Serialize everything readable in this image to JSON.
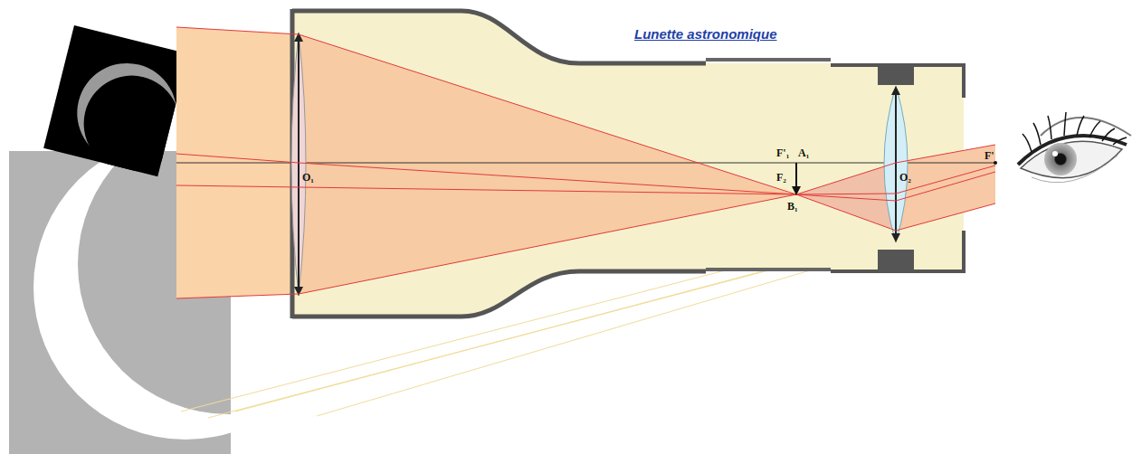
{
  "diagram": {
    "title": "Lunette astronomique",
    "labels": [
      "O₁",
      "F'₁",
      "A₁",
      "F₂",
      "B₁",
      "O₂",
      "F'"
    ]
  }
}
